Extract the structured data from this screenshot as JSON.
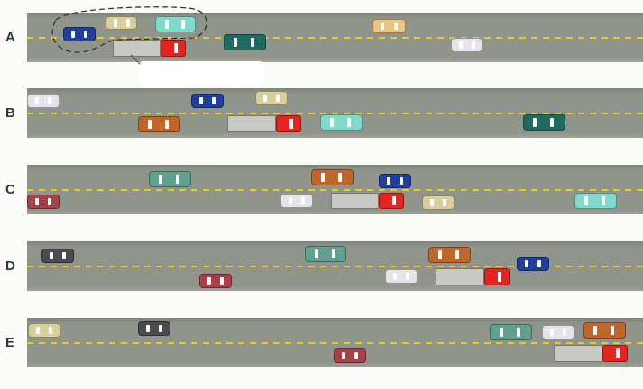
{
  "palette": {
    "blue": "#1f3f9a",
    "tan": "#d9cf9a",
    "cyan": "#7fd9cc",
    "teal": "#1f6b63",
    "yellow": "#f0c37a",
    "white": "#e6e4ea",
    "orange": "#c0662a",
    "green": "#5fa08e",
    "maroon": "#a8404a",
    "black": "#4a4a50",
    "truck_cab": "#e5231f",
    "trailer": "#c8c8c4",
    "road": "#8f958a",
    "lane_line": "#f2c81c"
  },
  "roads": [
    {
      "label": "A",
      "cars": [
        "blue",
        "tan",
        "cyan",
        "teal",
        "yellow",
        "white"
      ],
      "trucks": 1,
      "annotation": "grouped-cars"
    },
    {
      "label": "B",
      "cars": [
        "white",
        "blue",
        "tan",
        "orange",
        "cyan",
        "teal"
      ],
      "trucks": 1
    },
    {
      "label": "C",
      "cars": [
        "green",
        "orange",
        "blue",
        "maroon",
        "white",
        "tan",
        "cyan"
      ],
      "trucks": 1
    },
    {
      "label": "D",
      "cars": [
        "black",
        "green",
        "orange",
        "blue",
        "maroon",
        "white"
      ],
      "trucks": 1
    },
    {
      "label": "E",
      "cars": [
        "tan",
        "black",
        "green",
        "white",
        "orange",
        "maroon"
      ],
      "trucks": 1
    }
  ]
}
